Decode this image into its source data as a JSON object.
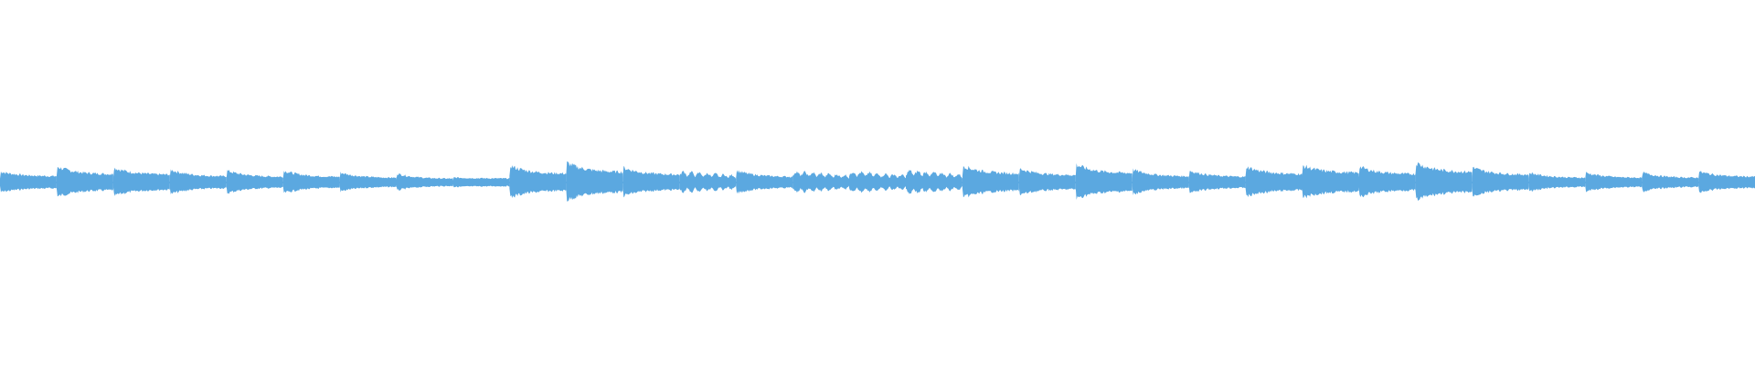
{
  "waveform": {
    "color": "#5ba8e0",
    "background": "#ffffff",
    "segments": [
      {
        "peak": 0.55,
        "decay": 0.55,
        "style": "smooth"
      },
      {
        "peak": 0.8,
        "decay": 0.5,
        "style": "smooth"
      },
      {
        "peak": 0.75,
        "decay": 0.5,
        "style": "smooth"
      },
      {
        "peak": 0.65,
        "decay": 0.45,
        "style": "smooth"
      },
      {
        "peak": 0.6,
        "decay": 0.45,
        "style": "smooth"
      },
      {
        "peak": 0.6,
        "decay": 0.45,
        "style": "smooth"
      },
      {
        "peak": 0.5,
        "decay": 0.45,
        "style": "smooth"
      },
      {
        "peak": 0.45,
        "decay": 0.4,
        "style": "smooth"
      },
      {
        "peak": 0.25,
        "decay": 0.8,
        "style": "smooth"
      },
      {
        "peak": 0.85,
        "decay": 0.5,
        "style": "smooth"
      },
      {
        "peak": 1.0,
        "decay": 0.5,
        "style": "smooth"
      },
      {
        "peak": 0.75,
        "decay": 0.5,
        "style": "smooth"
      },
      {
        "peak": 0.55,
        "decay": 0.85,
        "style": "pulsed"
      },
      {
        "peak": 0.6,
        "decay": 0.45,
        "style": "smooth"
      },
      {
        "peak": 0.55,
        "decay": 0.8,
        "style": "pulsed"
      },
      {
        "peak": 0.55,
        "decay": 0.8,
        "style": "pulsed"
      },
      {
        "peak": 0.6,
        "decay": 0.9,
        "style": "pulsed"
      },
      {
        "peak": 0.85,
        "decay": 0.5,
        "style": "smooth"
      },
      {
        "peak": 0.7,
        "decay": 0.5,
        "style": "smooth"
      },
      {
        "peak": 0.9,
        "decay": 0.5,
        "style": "smooth"
      },
      {
        "peak": 0.65,
        "decay": 0.45,
        "style": "smooth"
      },
      {
        "peak": 0.6,
        "decay": 0.45,
        "style": "smooth"
      },
      {
        "peak": 0.8,
        "decay": 0.5,
        "style": "smooth"
      },
      {
        "peak": 0.85,
        "decay": 0.55,
        "style": "smooth"
      },
      {
        "peak": 0.8,
        "decay": 0.5,
        "style": "smooth"
      },
      {
        "peak": 1.0,
        "decay": 0.5,
        "style": "smooth"
      },
      {
        "peak": 0.75,
        "decay": 0.5,
        "style": "smooth"
      },
      {
        "peak": 0.5,
        "decay": 0.45,
        "style": "smooth"
      },
      {
        "peak": 0.5,
        "decay": 0.45,
        "style": "smooth"
      },
      {
        "peak": 0.5,
        "decay": 0.45,
        "style": "smooth"
      },
      {
        "peak": 0.55,
        "decay": 0.5,
        "style": "smooth"
      }
    ]
  }
}
